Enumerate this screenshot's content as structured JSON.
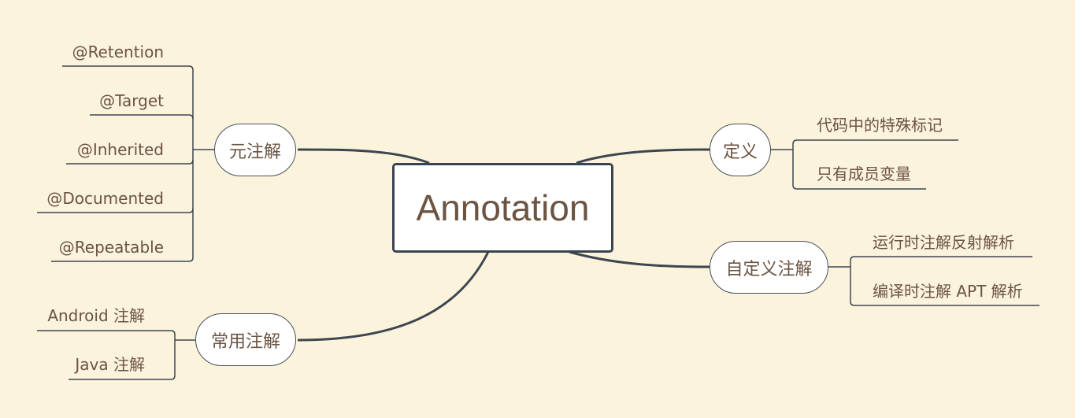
{
  "root": {
    "label": "Annotation"
  },
  "topics": {
    "meta": {
      "label": "元注解",
      "children": [
        "@Retention",
        "@Target",
        "@Inherited",
        "@Documented",
        "@Repeatable"
      ]
    },
    "definition": {
      "label": "定义",
      "children": [
        "代码中的特殊标记",
        "只有成员变量"
      ]
    },
    "custom": {
      "label": "自定义注解",
      "children": [
        "运行时注解反射解析",
        "编译时注解 APT 解析"
      ]
    },
    "common": {
      "label": "常用注解",
      "children": [
        "Android 注解",
        "Java 注解"
      ]
    }
  },
  "colors": {
    "background": "#fbf3dc",
    "line": "#3a4450",
    "text": "#6b5442"
  }
}
